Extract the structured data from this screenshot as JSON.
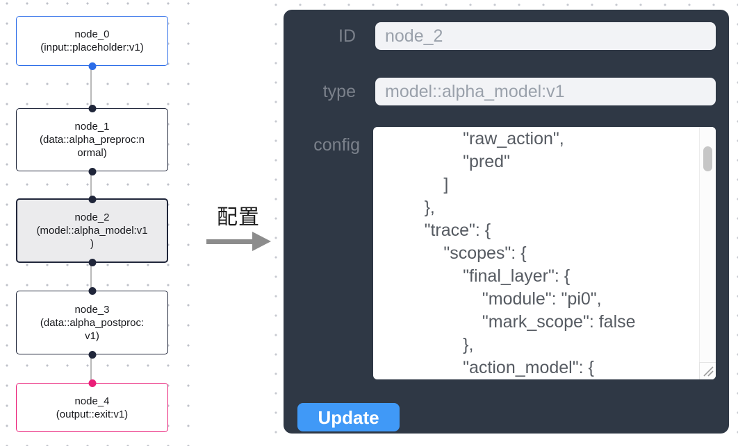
{
  "flow": {
    "nodes": [
      {
        "name": "node_0",
        "label": "node_0\n(input::placeholder:v1)",
        "color": "#2b6ce8",
        "bg": "#ffffff"
      },
      {
        "name": "node_1",
        "label": "node_1\n(data::alpha_preproc:n\normal)",
        "color": "#20263a",
        "bg": "#ffffff"
      },
      {
        "name": "node_2",
        "label": "node_2\n(model::alpha_model:v1\n)",
        "color": "#20263a",
        "bg": "#ebebed"
      },
      {
        "name": "node_3",
        "label": "node_3\n(data::alpha_postproc:\nv1)",
        "color": "#20263a",
        "bg": "#ffffff"
      },
      {
        "name": "node_4",
        "label": "node_4\n(output::exit:v1)",
        "color": "#ea1f78",
        "bg": "#ffffff"
      }
    ]
  },
  "annotation": {
    "label": "配置"
  },
  "panel": {
    "id_field": {
      "label": "ID",
      "value": "node_2"
    },
    "type_field": {
      "label": "type",
      "value": "model::alpha_model:v1"
    },
    "config_field": {
      "label": "config",
      "value": "                \"raw_action\",\n                \"pred\"\n            ]\n        },\n        \"trace\": {\n            \"scopes\": {\n                \"final_layer\": {\n                    \"module\": \"pi0\",\n                    \"mark_scope\": false\n                },\n                \"action_model\": {"
    },
    "update_button": {
      "label": "Update"
    }
  },
  "colors": {
    "panel_bg": "#2f3845",
    "field_bg": "#f2f3f6",
    "field_text": "#9aa1ab",
    "label_text": "#7b818b",
    "config_text": "#565b62",
    "button_bg": "#4099f7",
    "button_text": "#ffffff",
    "edge": "#b9b9b9",
    "annotation_text": "#1d1d1d",
    "arrow": "#8c8c8c"
  }
}
